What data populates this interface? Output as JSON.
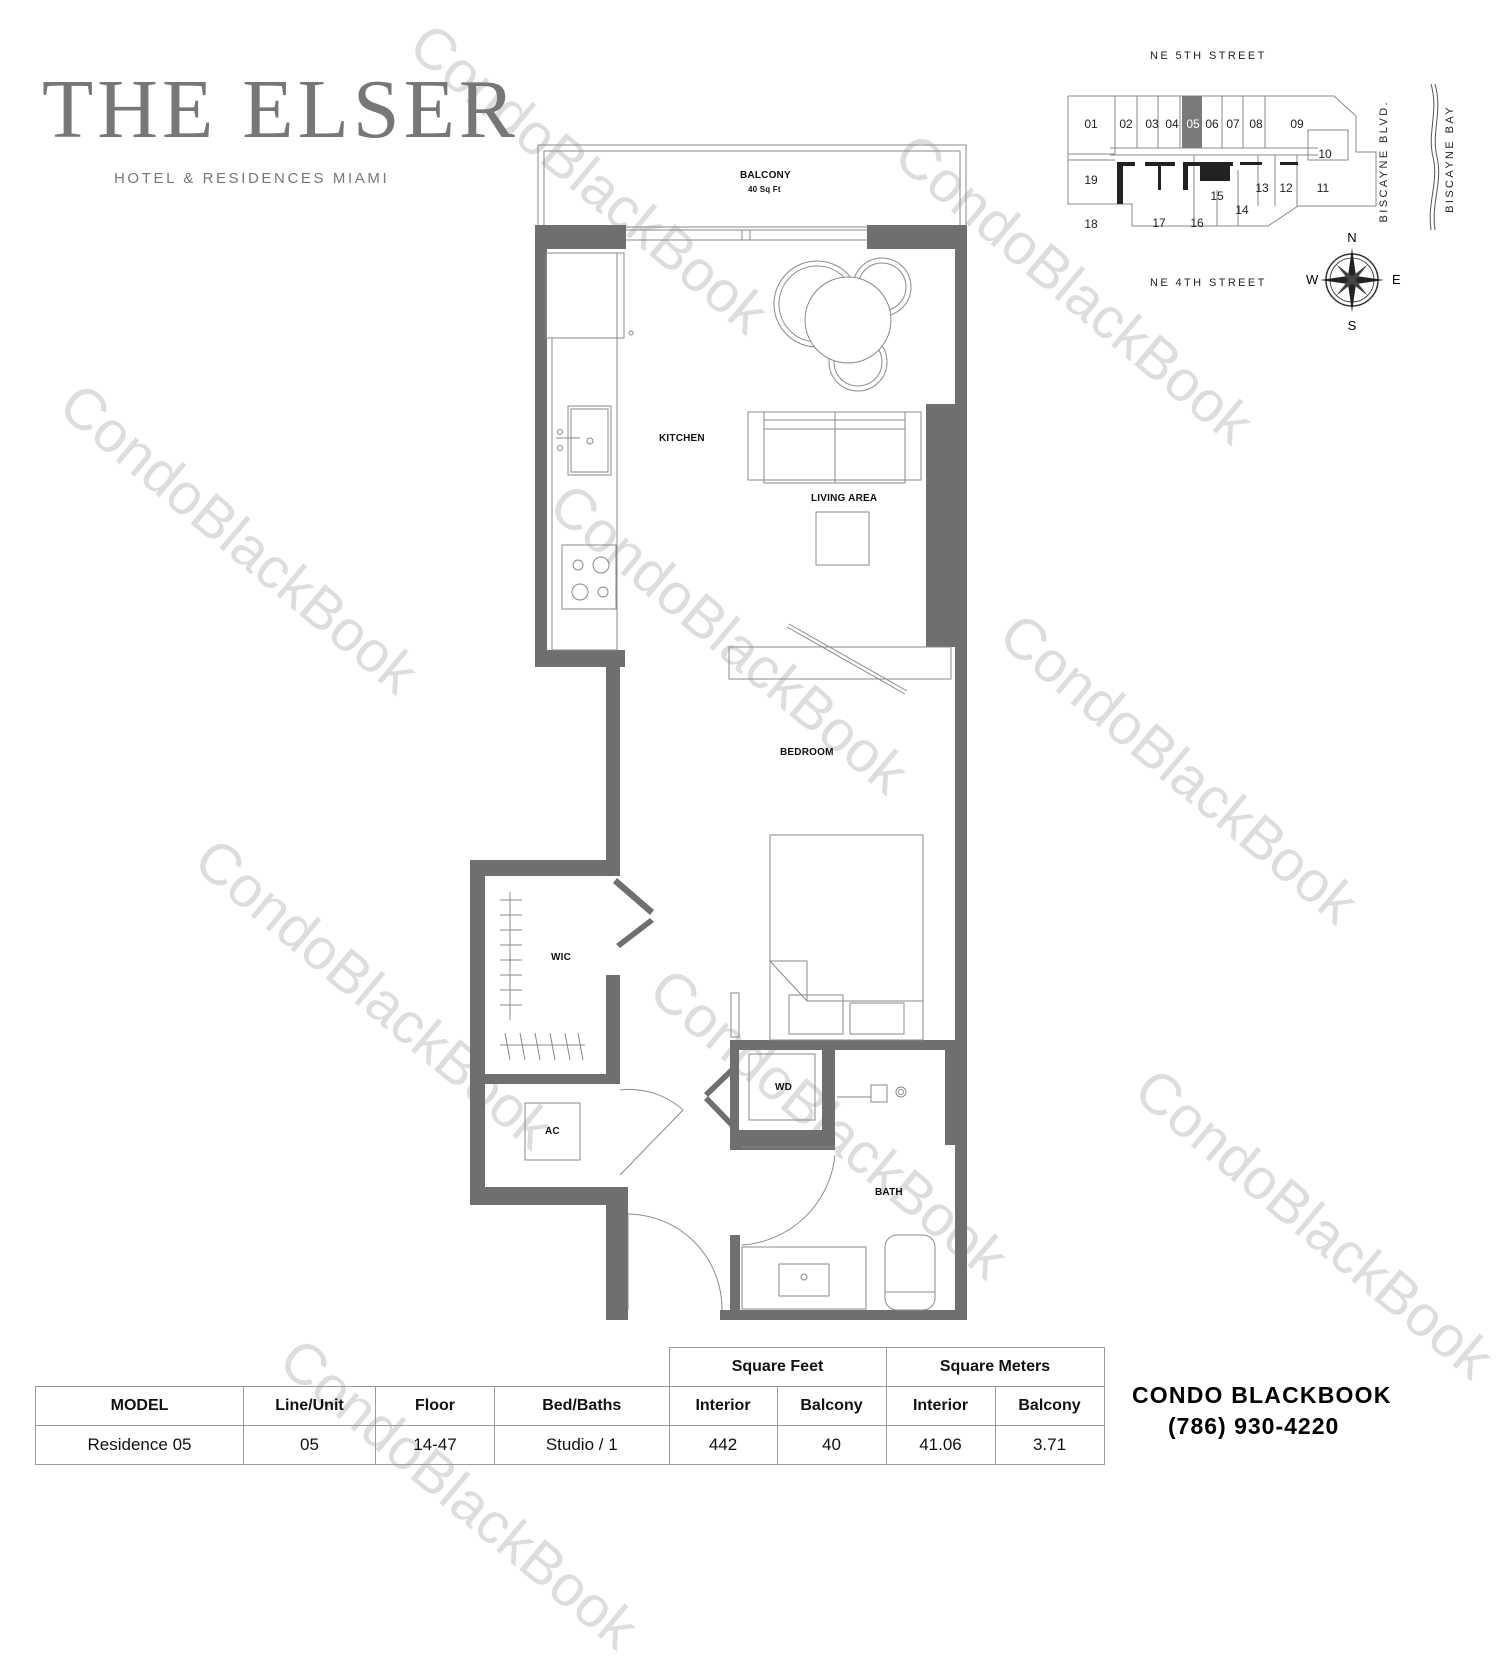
{
  "logo": {
    "title": "THE ELSER",
    "subtitle": "HOTEL & RESIDENCES MIAMI"
  },
  "floorplan": {
    "rooms": {
      "balcony": "BALCONY",
      "balcony_area": "40 Sq Ft",
      "kitchen": "KITCHEN",
      "living_area": "LIVING AREA",
      "bedroom": "BEDROOM",
      "wic": "WIC",
      "ac": "AC",
      "wd": "WD",
      "bath": "BATH"
    },
    "colors": {
      "wall": "#6f6f6f",
      "line": "#8a8a8a",
      "highlight": "#7a7a7a"
    }
  },
  "keyplan": {
    "north_street": "NE 5TH STREET",
    "south_street": "NE 4TH STREET",
    "east_road": "BISCAYNE BLVD.",
    "bay": "BISCAYNE BAY",
    "units": [
      "01",
      "02",
      "03",
      "04",
      "05",
      "06",
      "07",
      "08",
      "09",
      "10",
      "11",
      "12",
      "13",
      "14",
      "15",
      "16",
      "17",
      "18",
      "19"
    ],
    "highlighted_unit": "05",
    "compass": {
      "n": "N",
      "s": "S",
      "e": "E",
      "w": "W"
    }
  },
  "spec_table": {
    "group_headers": {
      "sqft": "Square Feet",
      "sqm": "Square Meters"
    },
    "headers": [
      "MODEL",
      "Line/Unit",
      "Floor",
      "Bed/Baths",
      "Interior",
      "Balcony",
      "Interior",
      "Balcony"
    ],
    "row": [
      "Residence 05",
      "05",
      "14-47",
      "Studio / 1",
      "442",
      "40",
      "41.06",
      "3.71"
    ]
  },
  "branding": {
    "name_light": "CONDO",
    "name_bold": "BLACKBOOK",
    "phone": "(786) 930-4220"
  },
  "watermark": "CondoBlackBook"
}
